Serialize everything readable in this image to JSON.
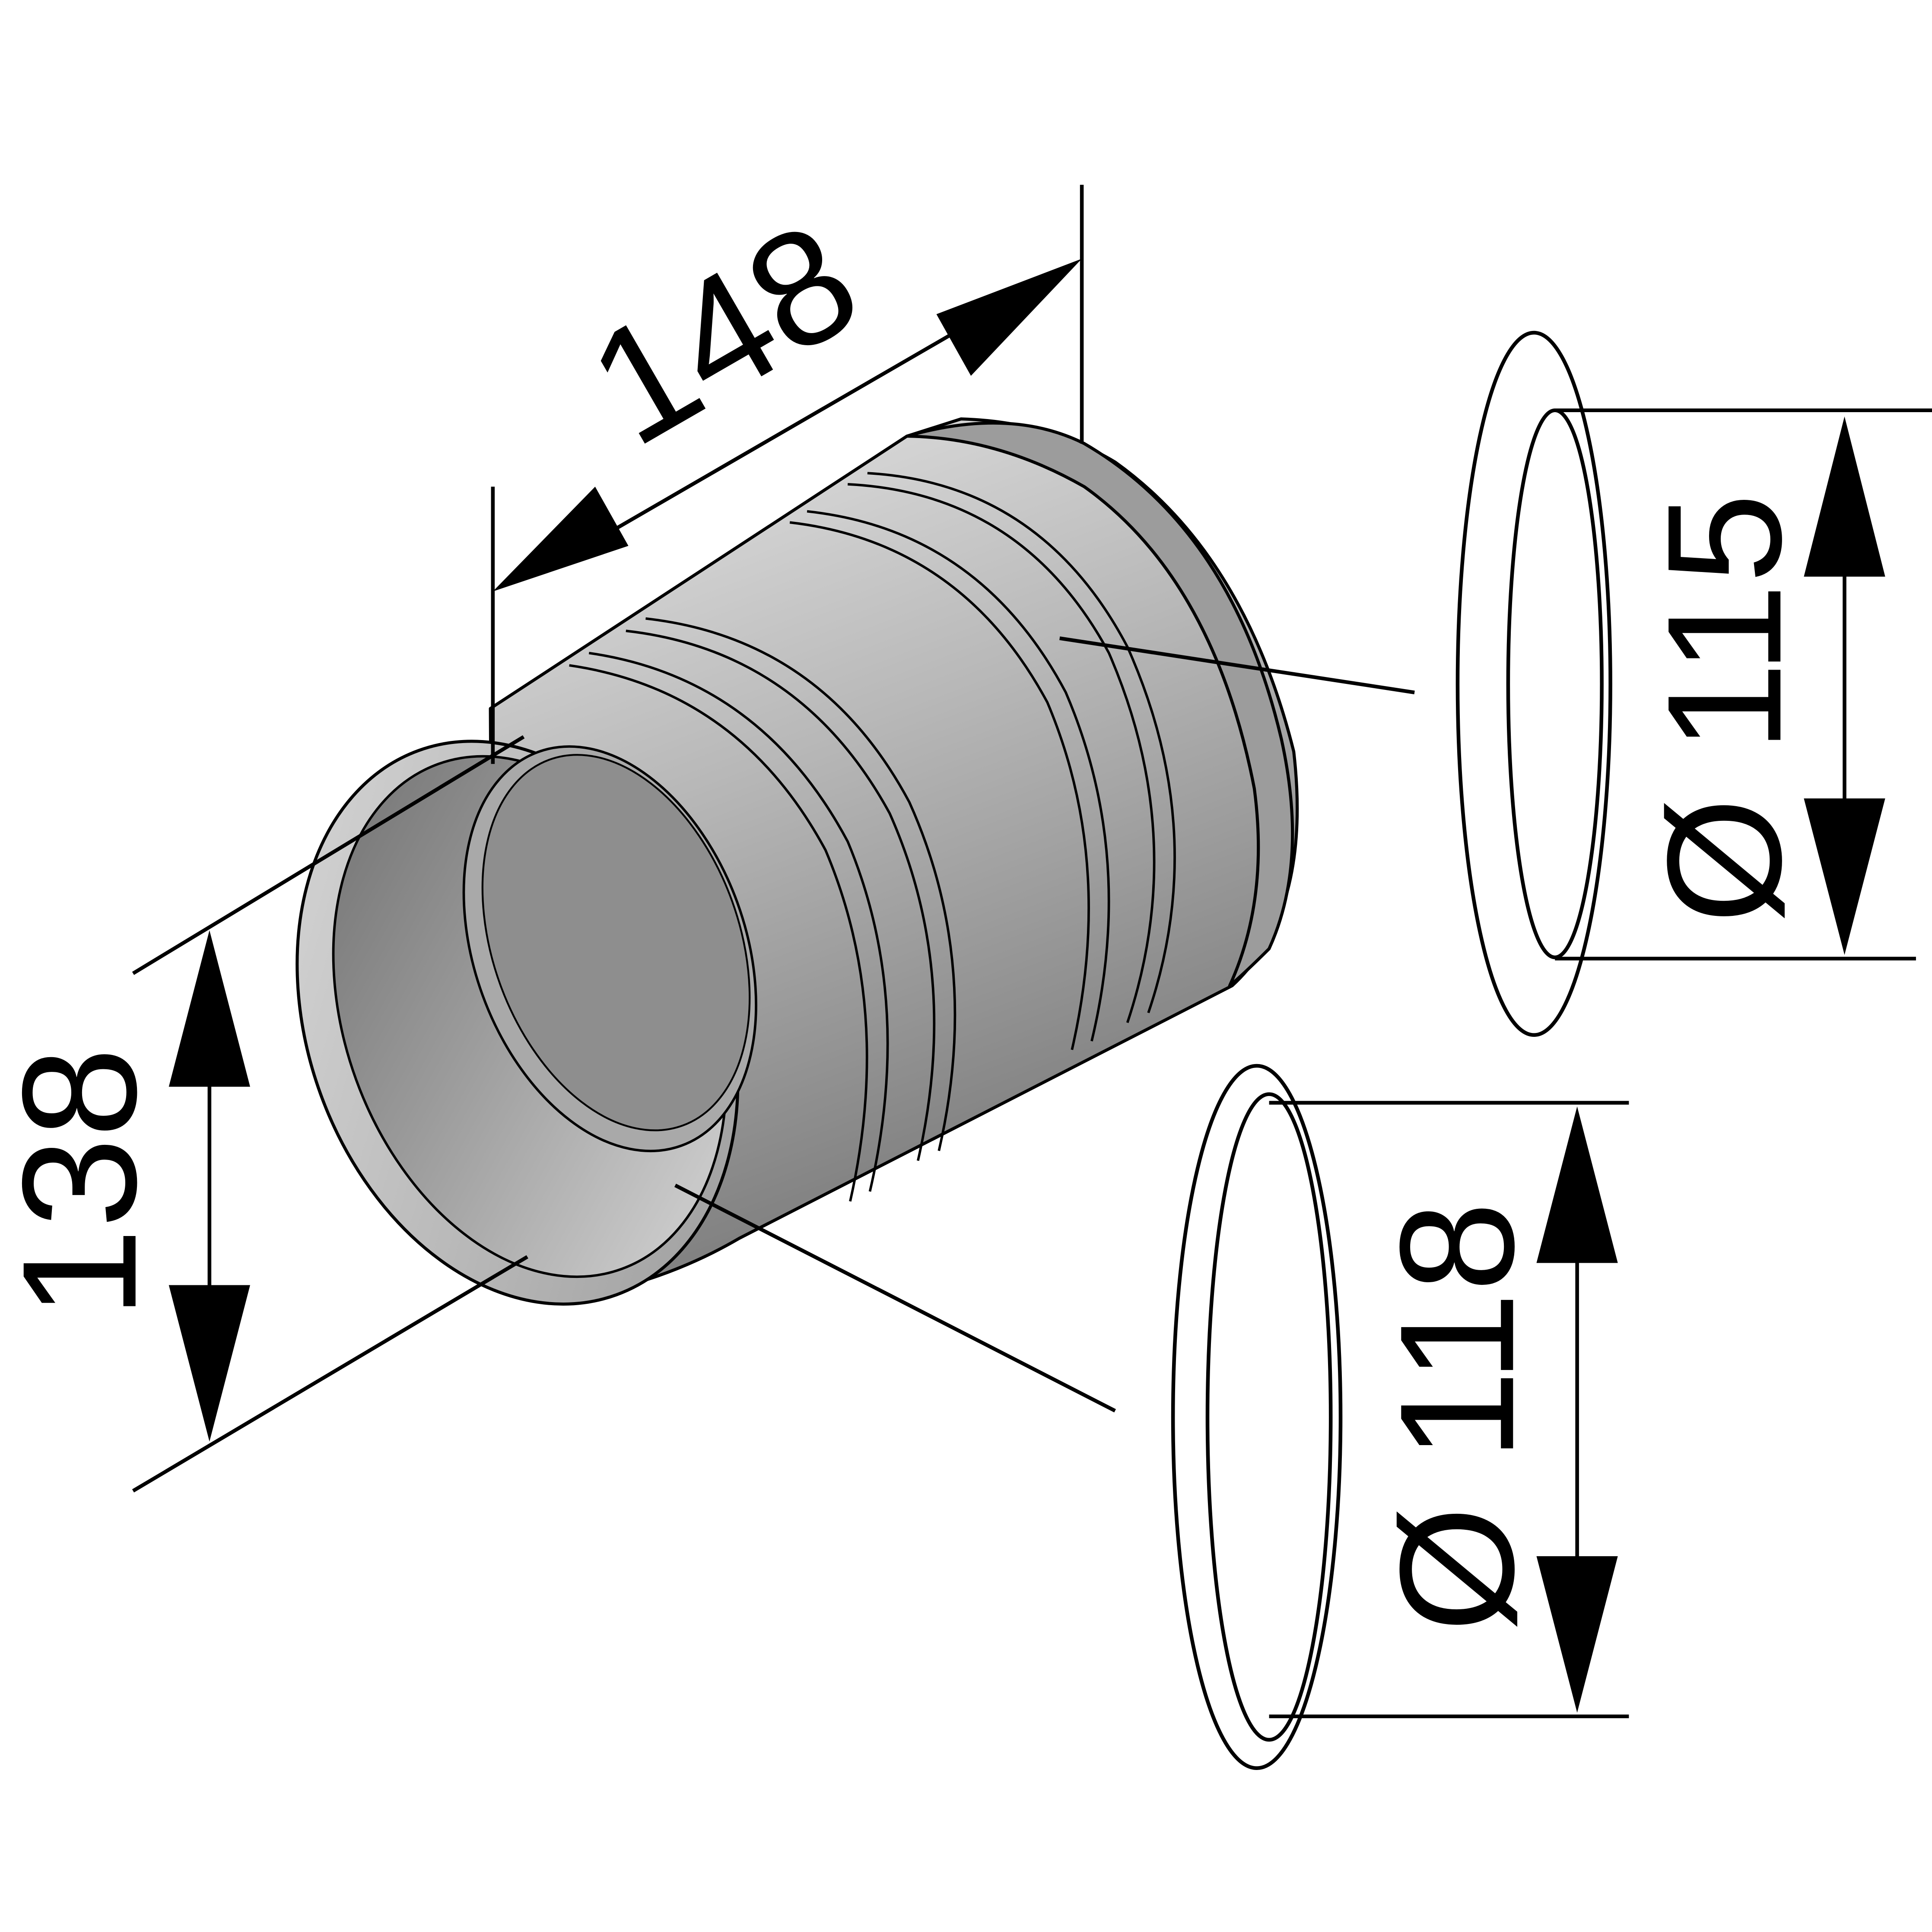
{
  "dimensions": {
    "length": {
      "label": "148"
    },
    "outer_diameter": {
      "label": "138"
    },
    "seal_inner": {
      "label": "Ø 115"
    },
    "seal_outer": {
      "label": "Ø 118"
    }
  },
  "colors": {
    "line": "#000000",
    "body_light": "#e2e2e2",
    "body_mid": "#b4b4b4",
    "body_dark": "#808080",
    "seal": "#ffffff"
  }
}
